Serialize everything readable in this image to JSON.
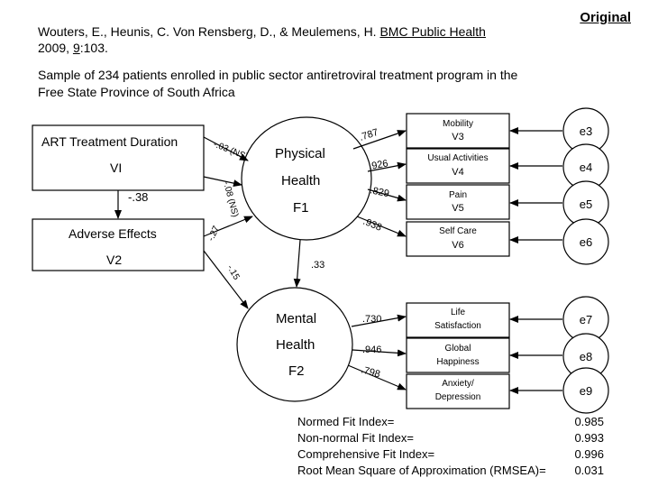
{
  "header": {
    "authors": "Wouters, E., Heunis, C. Von Rensberg, D., & Meulemens, H.",
    "journal": "BMC Public Health",
    "year": "2009",
    "volume": "9",
    "pages": ":103.",
    "original_label": "Original"
  },
  "description": {
    "line1": "Sample of 234 patients enrolled in public sector antiretroviral treatment program in the",
    "line2": "Free State Province of South Africa"
  },
  "observed": {
    "v1": {
      "name": "ART Treatment Duration",
      "code": "VI"
    },
    "v2": {
      "name": "Adverse Effects",
      "code": "V2"
    }
  },
  "factors": {
    "f1": {
      "line1": "Physical",
      "line2": "Health",
      "code": "F1"
    },
    "f2": {
      "line1": "Mental",
      "line2": "Health",
      "code": "F2"
    }
  },
  "indicators": [
    {
      "line1": "Mobility",
      "line2": "V3",
      "loading": ".787",
      "error": "e3"
    },
    {
      "line1": "Usual Activities",
      "line2": "V4",
      "loading": ".926",
      "error": "e4"
    },
    {
      "line1": "Pain",
      "line2": "V5",
      "loading": ".829",
      "error": "e5"
    },
    {
      "line1": "Self Care",
      "line2": "V6",
      "loading": ".938",
      "error": "e6"
    },
    {
      "line1": "Life",
      "line2": "Satisfaction",
      "loading": ".730",
      "error": "e7"
    },
    {
      "line1": "Global",
      "line2": "Happiness",
      "loading": ".946",
      "error": "e8"
    },
    {
      "line1": "Anxiety/",
      "line2": "Depression",
      "loading": ".798",
      "error": "e9"
    }
  ],
  "paths": {
    "v1_f1": "-.03 (NS)",
    "v2_f1_ns": "-.08 (NS)",
    "v1_v2": "-.38",
    "v2_f1": "-.27",
    "v2_f2": "-.15",
    "f1_f2": ".33"
  },
  "fit_indices": [
    {
      "label": "Normed Fit Index=",
      "value": "0.985"
    },
    {
      "label": "Non-normal Fit Index=",
      "value": "0.993"
    },
    {
      "label": "Comprehensive Fit Index=",
      "value": "0.996"
    },
    {
      "label": "Root Mean Square of Approximation (RMSEA)=",
      "value": "0.031"
    }
  ]
}
